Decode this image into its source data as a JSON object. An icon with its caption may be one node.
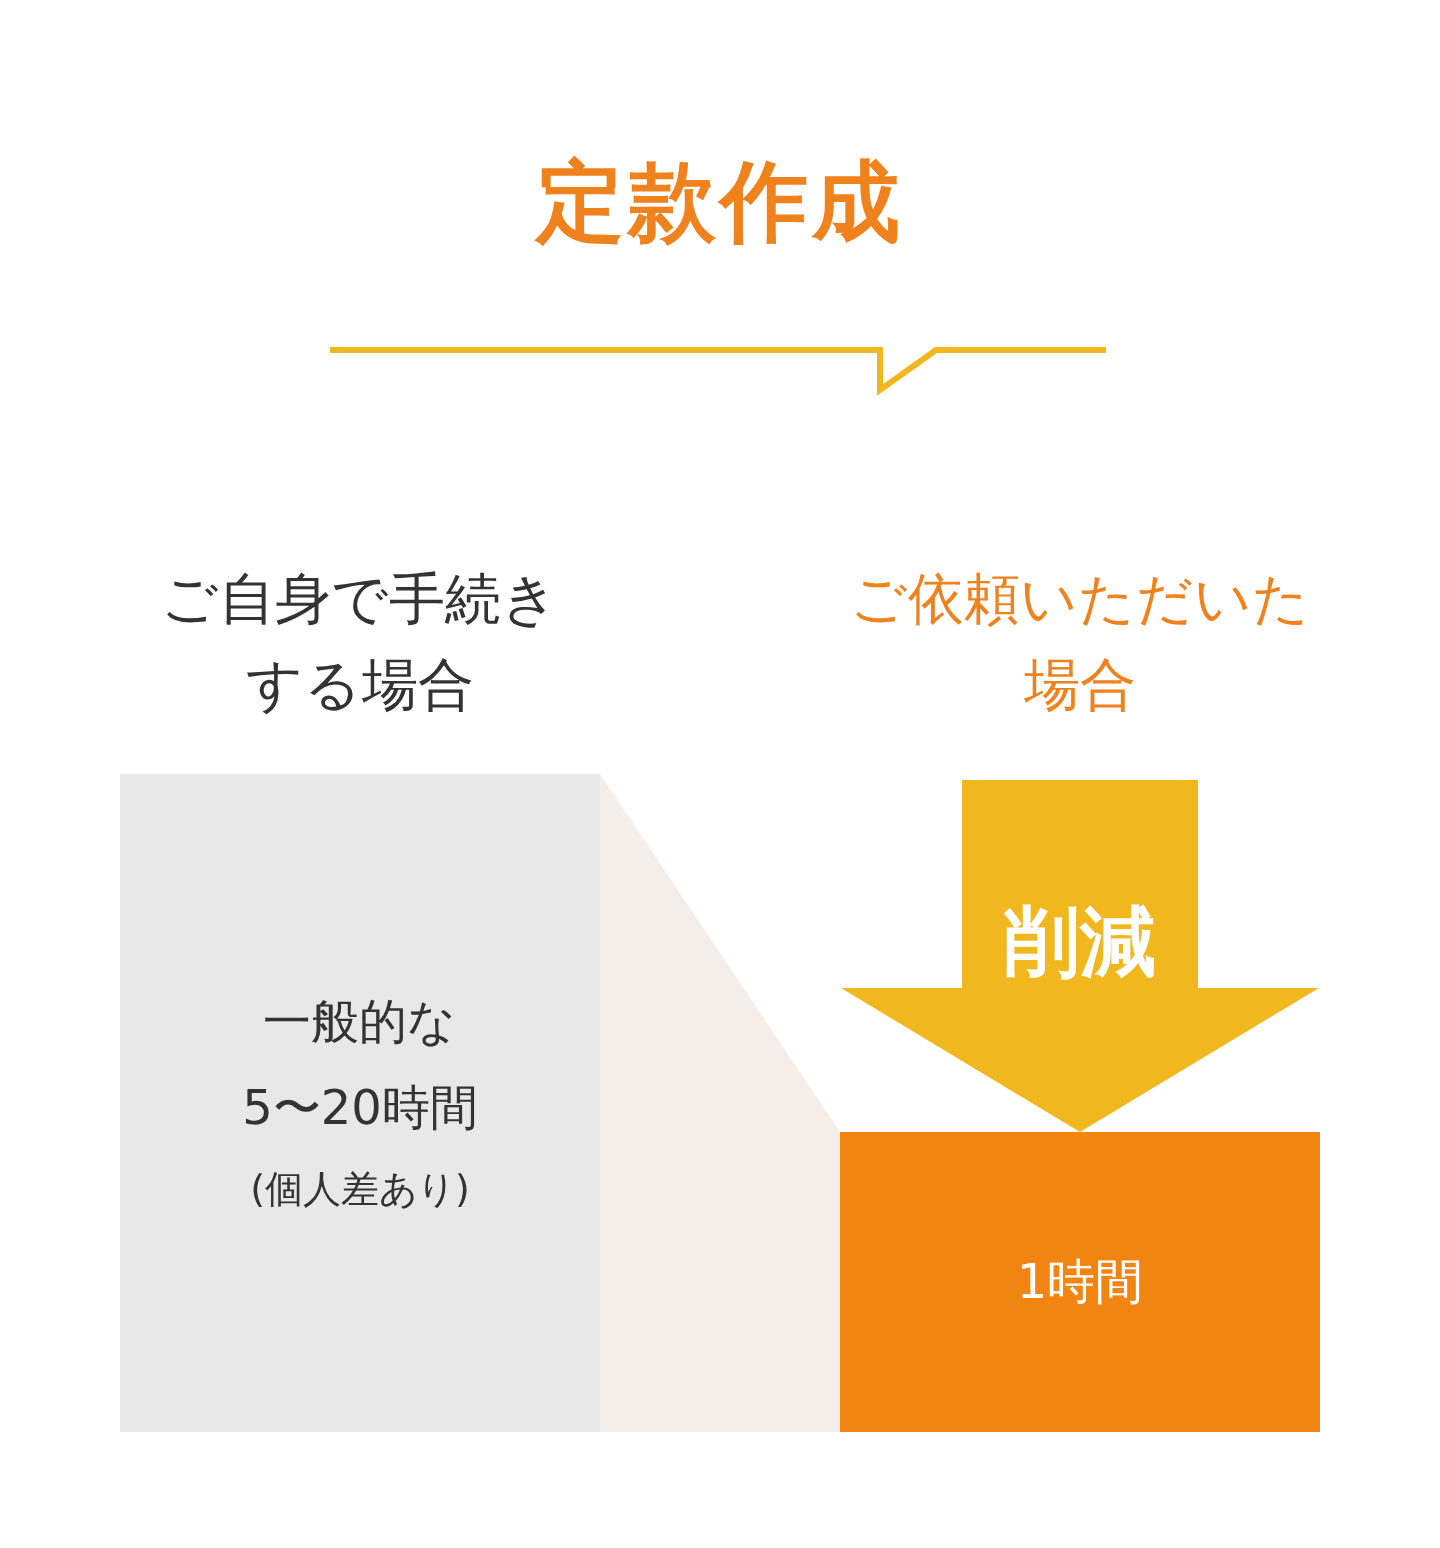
{
  "diagram": {
    "title": "定款作成",
    "nodes": [
      {
        "text": [
          "一般的な",
          "5〜20時間",
          "(個人差あり)"
        ]
      },
      {
        "text": [],
        "shape": "band"
      },
      {
        "text": [
          "1時間"
        ]
      }
    ],
    "edges": [
      {
        "from": null,
        "to": 2,
        "arrow": "to",
        "label": "削減",
        "color": "#f0b71e"
      }
    ],
    "labels": [
      "ご自身で手続きする場合",
      "ご依頼いただいた場合"
    ]
  }
}
